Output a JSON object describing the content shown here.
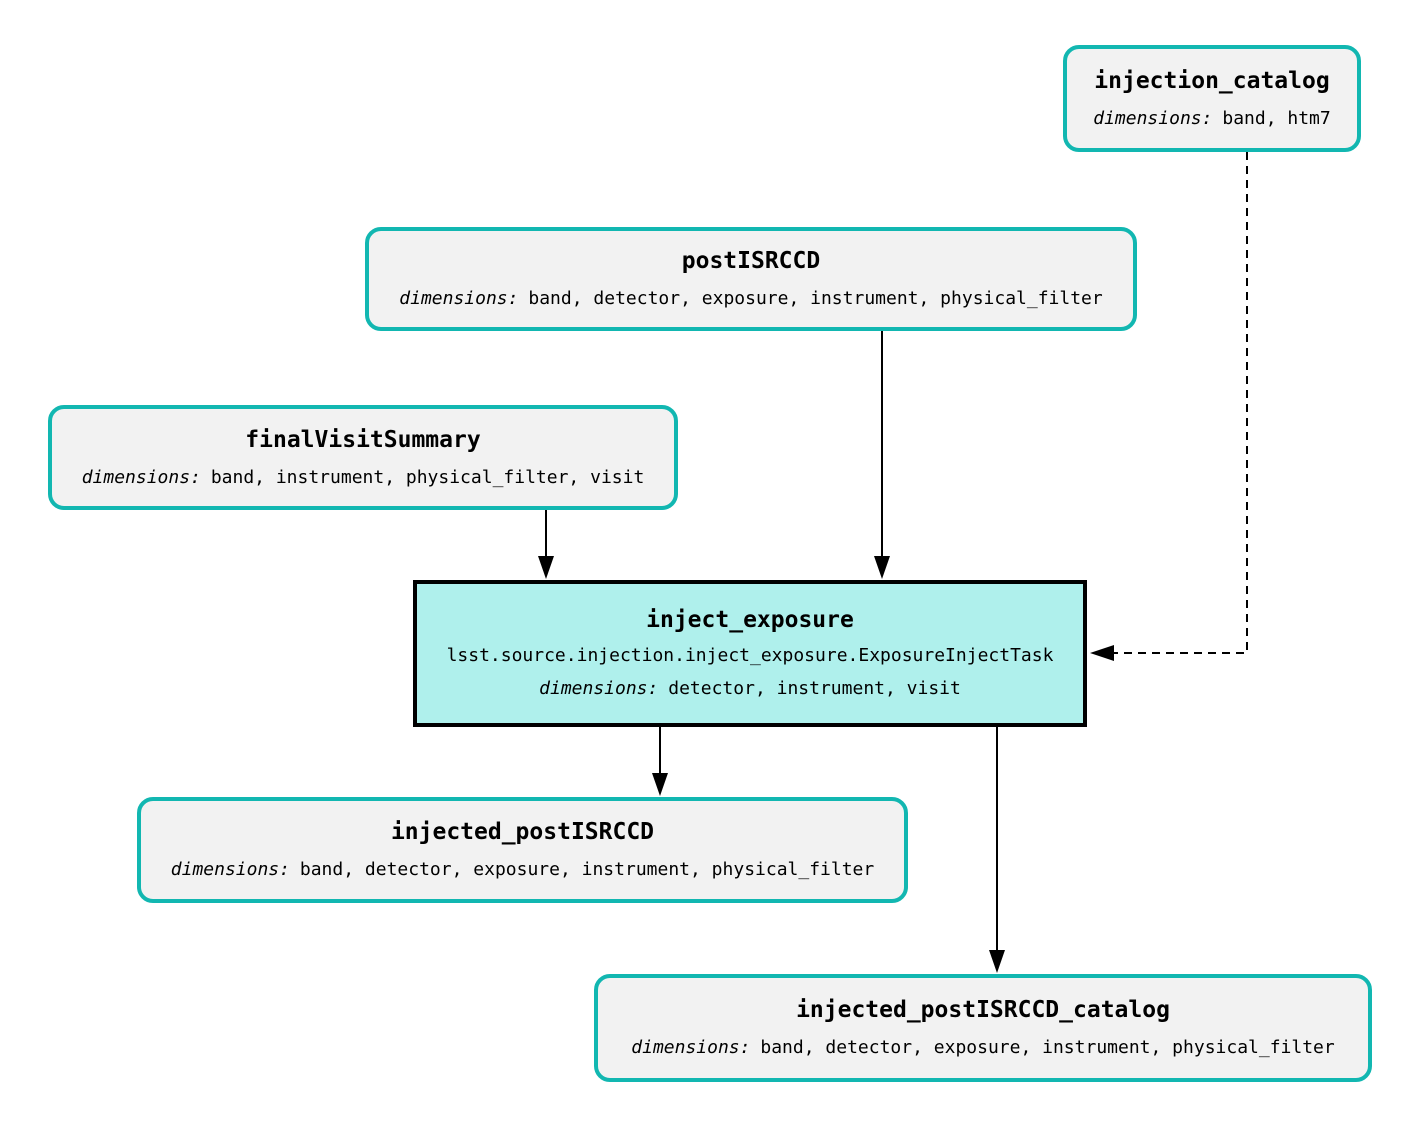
{
  "diagram": {
    "type": "pipeline-task-graph",
    "colors": {
      "dataset_border": "#12b7b1",
      "dataset_background": "#f2f2f2",
      "task_background": "#aff0ec",
      "task_border": "#000000",
      "edge": "#000000",
      "page_background": "#ffffff"
    },
    "nodes": {
      "injection_catalog": {
        "title": "injection_catalog",
        "dimensions_label": "dimensions:",
        "dimensions_values": "band, htm7"
      },
      "postISRCCD": {
        "title": "postISRCCD",
        "dimensions_label": "dimensions:",
        "dimensions_values": "band, detector, exposure, instrument, physical_filter"
      },
      "finalVisitSummary": {
        "title": "finalVisitSummary",
        "dimensions_label": "dimensions:",
        "dimensions_values": "band, instrument, physical_filter, visit"
      },
      "inject_exposure": {
        "title": "inject_exposure",
        "task_class": "lsst.source.injection.inject_exposure.ExposureInjectTask",
        "dimensions_label": "dimensions:",
        "dimensions_values": "detector, instrument, visit"
      },
      "injected_postISRCCD": {
        "title": "injected_postISRCCD",
        "dimensions_label": "dimensions:",
        "dimensions_values": "band, detector, exposure, instrument, physical_filter"
      },
      "injected_postISRCCD_catalog": {
        "title": "injected_postISRCCD_catalog",
        "dimensions_label": "dimensions:",
        "dimensions_values": "band, detector, exposure, instrument, physical_filter"
      }
    },
    "edges": [
      {
        "from": "postISRCCD",
        "to": "inject_exposure",
        "style": "solid"
      },
      {
        "from": "finalVisitSummary",
        "to": "inject_exposure",
        "style": "solid"
      },
      {
        "from": "injection_catalog",
        "to": "inject_exposure",
        "style": "dashed"
      },
      {
        "from": "inject_exposure",
        "to": "injected_postISRCCD",
        "style": "solid"
      },
      {
        "from": "inject_exposure",
        "to": "injected_postISRCCD_catalog",
        "style": "solid"
      }
    ]
  }
}
